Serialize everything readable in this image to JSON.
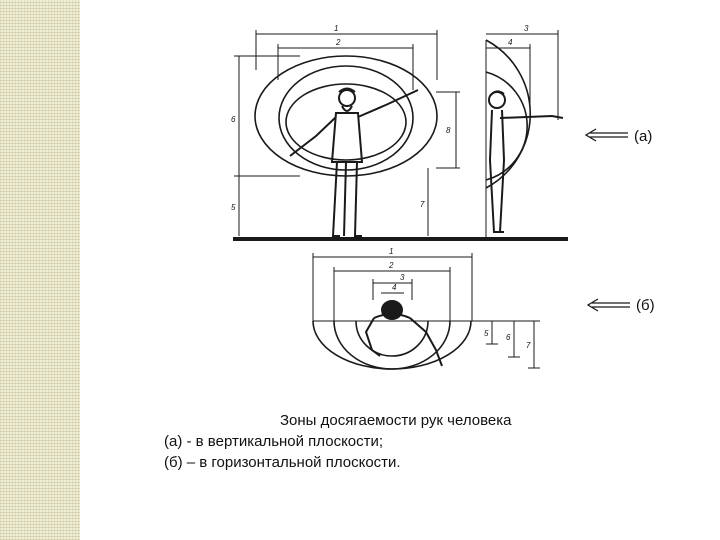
{
  "labels": {
    "a": "(а)",
    "b": "(б)"
  },
  "caption": {
    "title": "Зоны досягаемости  рук человека",
    "line1": "(а) - в вертикальной плоскости;",
    "line2": "(б) – в горизонтальной плоскости."
  },
  "dimensions": {
    "front": [
      "1",
      "2",
      "6",
      "8",
      "5",
      "7"
    ],
    "side": [
      "3",
      "4"
    ],
    "top": [
      "1",
      "2",
      "3",
      "4",
      "5",
      "6",
      "7"
    ]
  },
  "colors": {
    "ink": "#1a1a1a",
    "strip": "#efefd9",
    "background": "#ffffff"
  }
}
